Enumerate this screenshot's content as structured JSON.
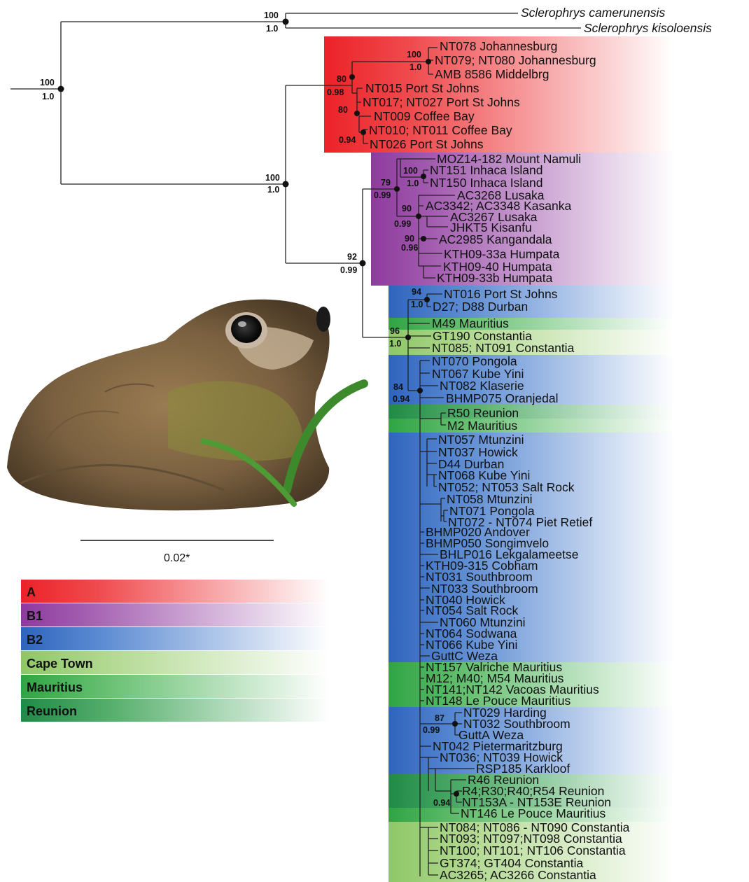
{
  "outgroup": [
    "Sclerophrys camerunensis",
    "Sclerophrys kisoloensis"
  ],
  "clades": {
    "A": [
      "NT078 Johannesburg",
      "NT079; NT080 Johannesburg",
      "AMB 8586 Middelbrg",
      "NT015 Port St Johns",
      "NT017; NT027 Port St Johns",
      "NT009 Coffee Bay",
      "NT010; NT011 Coffee Bay",
      "NT026 Port St Johns"
    ],
    "B1": [
      "MOZ14-182 Mount Namuli",
      "NT151 Inhaca Island",
      "NT150 Inhaca Island",
      "AC3268 Lusaka",
      "AC3342; AC3348 Kasanka",
      "AC3267 Lusaka",
      "JHKT5 Kisanfu",
      "AC2985 Kangandala",
      "KTH09-33a Humpata",
      "KTH09-40 Humpata",
      "KTH09-33b Humpata"
    ],
    "B2_top": [
      "NT016 Port St Johns",
      "D27; D88 Durban"
    ],
    "mix1": [
      "M49 Mauritius",
      "GT190 Constantia",
      "NT085; NT091 Constantia"
    ],
    "B2_mid": [
      "NT070 Pongola",
      "NT067 Kube Yini",
      "NT082 Klaserie",
      "BHMP075 Oranjedal"
    ],
    "reu_mau": [
      "R50 Reunion",
      "M2 Mauritius"
    ],
    "B2_big": [
      "NT057 Mtunzini",
      "NT037 Howick",
      "D44 Durban",
      "NT068 Kube Yini",
      "NT052; NT053 Salt Rock",
      "NT058 Mtunzini",
      "NT071 Pongola",
      "NT072 - NT074 Piet Retief",
      "BHMP020 Andover",
      "BHMP050 Songimvelo",
      "BHLP016 Lekgalameetse",
      "KTH09-315 Cobham",
      "NT031 Southbroom",
      "NT033 Southbroom",
      "NT040 Howick",
      "NT054 Salt Rock",
      "NT060 Mtunzini",
      "NT064 Sodwana",
      "NT066 Kube Yini",
      "GuttC Weza"
    ],
    "mauritius": [
      "NT157 Valriche Mauritius",
      "M12; M40; M54 Mauritius",
      "NT141;NT142 Vacoas Mauritius",
      "NT148 Le Pouce Mauritius"
    ],
    "B2_low": [
      "NT029 Harding",
      "NT032 Southbroom",
      "GuttA Weza",
      "NT042 Pietermaritzburg",
      "NT036; NT039 Howick",
      "RSP185 Karkloof"
    ],
    "reunion": [
      "R46 Reunion",
      "R4;R30;R40;R54 Reunion",
      "NT153A - NT153E Reunion",
      "NT146 Le Pouce Mauritius"
    ],
    "capetown": [
      "NT084; NT086 - NT090 Constantia",
      "NT093; NT097;NT098 Constantia",
      "NT100; NT101; NT106 Constantia",
      "GT374; GT404 Constantia",
      "AC3265; AC3266 Constantia"
    ]
  },
  "support": {
    "root_bs": "100",
    "root_pp": "1.0",
    "out_bs": "100",
    "out_pp": "1.0",
    "ingroup_bs": "100",
    "ingroup_pp": "1.0",
    "b_bs": "92",
    "b_pp": "0.99",
    "a_bs": "80",
    "a_pp": "0.98",
    "jhb_bs": "100",
    "jhb_pp": "1.0",
    "a2_bs": "80",
    "a3_pp": "0.94",
    "b1_bs": "79",
    "b1_pp": "0.99",
    "inh_bs": "100",
    "inh_pp": "1.0",
    "b1b_bs": "90",
    "b1b_pp": "0.99",
    "b1c_bs": "90",
    "b1c_pp": "0.96",
    "b2a_bs": "94",
    "b2a_pp": "1.0",
    "b2_bs": "96",
    "b2_pp": "1.0",
    "b2b_bs": "84",
    "b2b_pp": "0.94",
    "hard_bs": "87",
    "hard_pp": "0.99",
    "reu_pp": "0.94"
  },
  "scale_label": "0.02*",
  "legend": [
    {
      "label": "A",
      "color": "#ee2c33"
    },
    {
      "label": "B1",
      "color": "#9643a3"
    },
    {
      "label": "B2",
      "color": "#3a6fc4"
    },
    {
      "label": "Cape Town",
      "color": "#9ccf76"
    },
    {
      "label": "Mauritius",
      "color": "#3aaa4a"
    },
    {
      "label": "Reunion",
      "color": "#27914d"
    }
  ],
  "colors": {
    "A": "#ee2c33",
    "B1": "#9643a3",
    "B2": "#3a6fc4",
    "cape": "#9ccf76",
    "mauritius": "#3aaa4a",
    "reunion": "#27914d"
  }
}
